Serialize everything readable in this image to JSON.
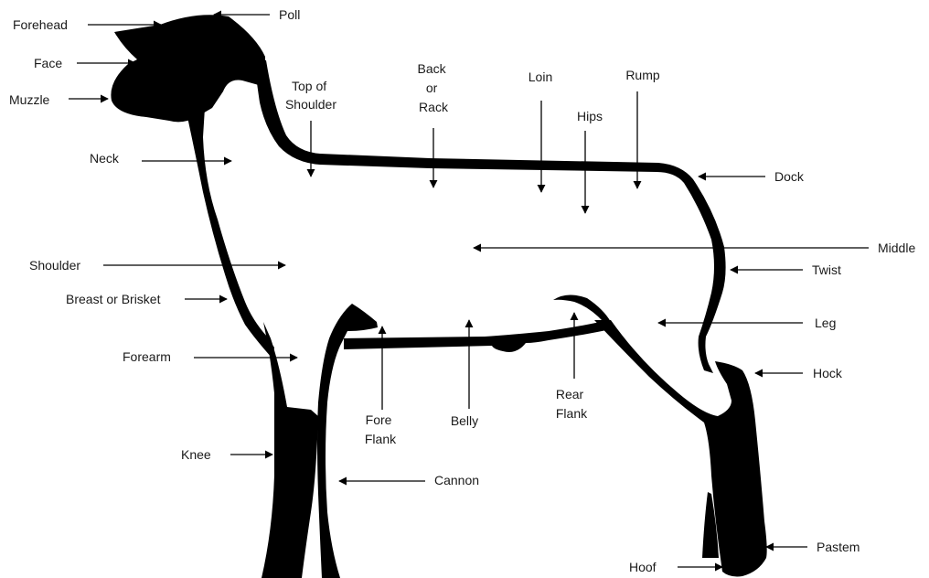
{
  "labels": {
    "forehead": "Forehead",
    "poll": "Poll",
    "face": "Face",
    "muzzle": "Muzzle",
    "top_of_shoulder": [
      "Top of",
      "Shoulder"
    ],
    "back_or_rack": [
      "Back",
      "or",
      "Rack"
    ],
    "loin": "Loin",
    "rump": "Rump",
    "hips": "Hips",
    "neck": "Neck",
    "dock": "Dock",
    "middle": "Middle",
    "shoulder": "Shoulder",
    "twist": "Twist",
    "breast_or_brisket": "Breast or Brisket",
    "leg": "Leg",
    "forearm": "Forearm",
    "hock": "Hock",
    "fore_flank": [
      "Fore",
      "Flank"
    ],
    "belly": "Belly",
    "rear_flank": [
      "Rear",
      "Flank"
    ],
    "knee": "Knee",
    "cannon": "Cannon",
    "pastem": "Pastem",
    "hoof": "Hoof"
  },
  "colors": {
    "silhouette": "#000000",
    "text": "#1a1a1a",
    "background": "#ffffff"
  }
}
